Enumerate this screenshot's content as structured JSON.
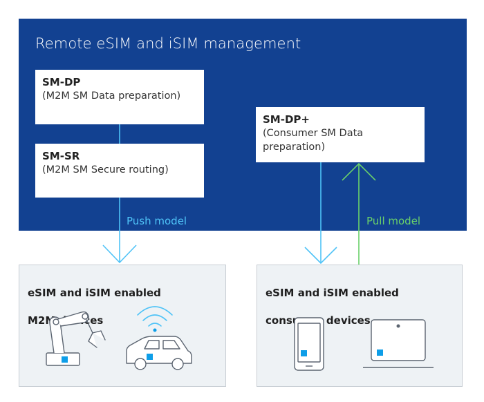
{
  "banner": {
    "title": "Remote eSIM and iSIM management",
    "color": "#124191"
  },
  "cards": {
    "sm_dp": {
      "title": "SM-DP",
      "subtitle": "(M2M SM Data preparation)"
    },
    "sm_sr": {
      "title": "SM-SR",
      "subtitle": "(M2M SM Secure routing)"
    },
    "sm_dp_plus": {
      "title": "SM-DP+",
      "subtitle_line1": "(Consumer SM Data",
      "subtitle_line2": "preparation)"
    }
  },
  "flows": {
    "push_label": "Push model",
    "pull_label": "Pull model",
    "push_color": "#4fc3f7",
    "pull_color": "#6ad16a"
  },
  "panels": {
    "m2m": {
      "title_line1": "eSIM and iSIM enabled",
      "title_line2": "M2M devices"
    },
    "consumer": {
      "title_line1": "eSIM and iSIM enabled",
      "title_line2": "consumer devices"
    }
  },
  "icons": [
    "robot-arm-icon",
    "connected-car-icon",
    "wifi-signal-icon",
    "smartphone-icon",
    "laptop-icon"
  ],
  "accent": "#0e9ee8"
}
